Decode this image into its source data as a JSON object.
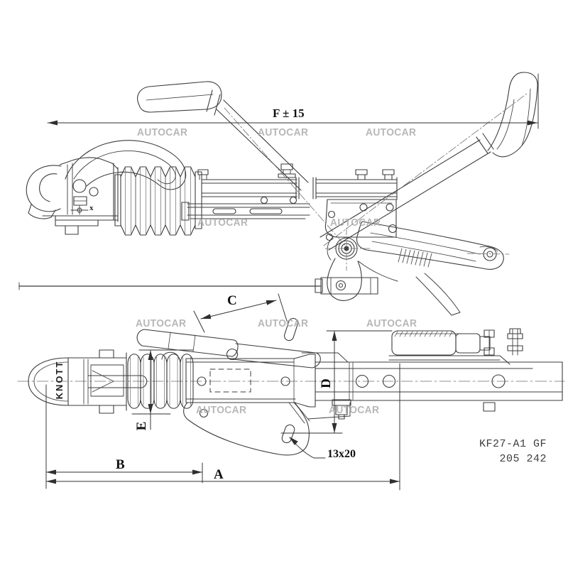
{
  "page": {
    "background": "#ffffff",
    "line_color": "#3c3c3c",
    "dimension_color": "#1a1a1a",
    "watermark_color": "#ababab"
  },
  "watermark": {
    "text": "AUTOCAR"
  },
  "part_id": {
    "model": "KF27-A1 GF",
    "order_number": "205 242"
  },
  "labels": {
    "brand": "KNOTT",
    "cross_mark": "x"
  },
  "dimensions": {
    "f": "F ± 15",
    "a": "A",
    "b": "B",
    "c": "C",
    "d": "D",
    "e": "E",
    "slot": "13x20"
  }
}
